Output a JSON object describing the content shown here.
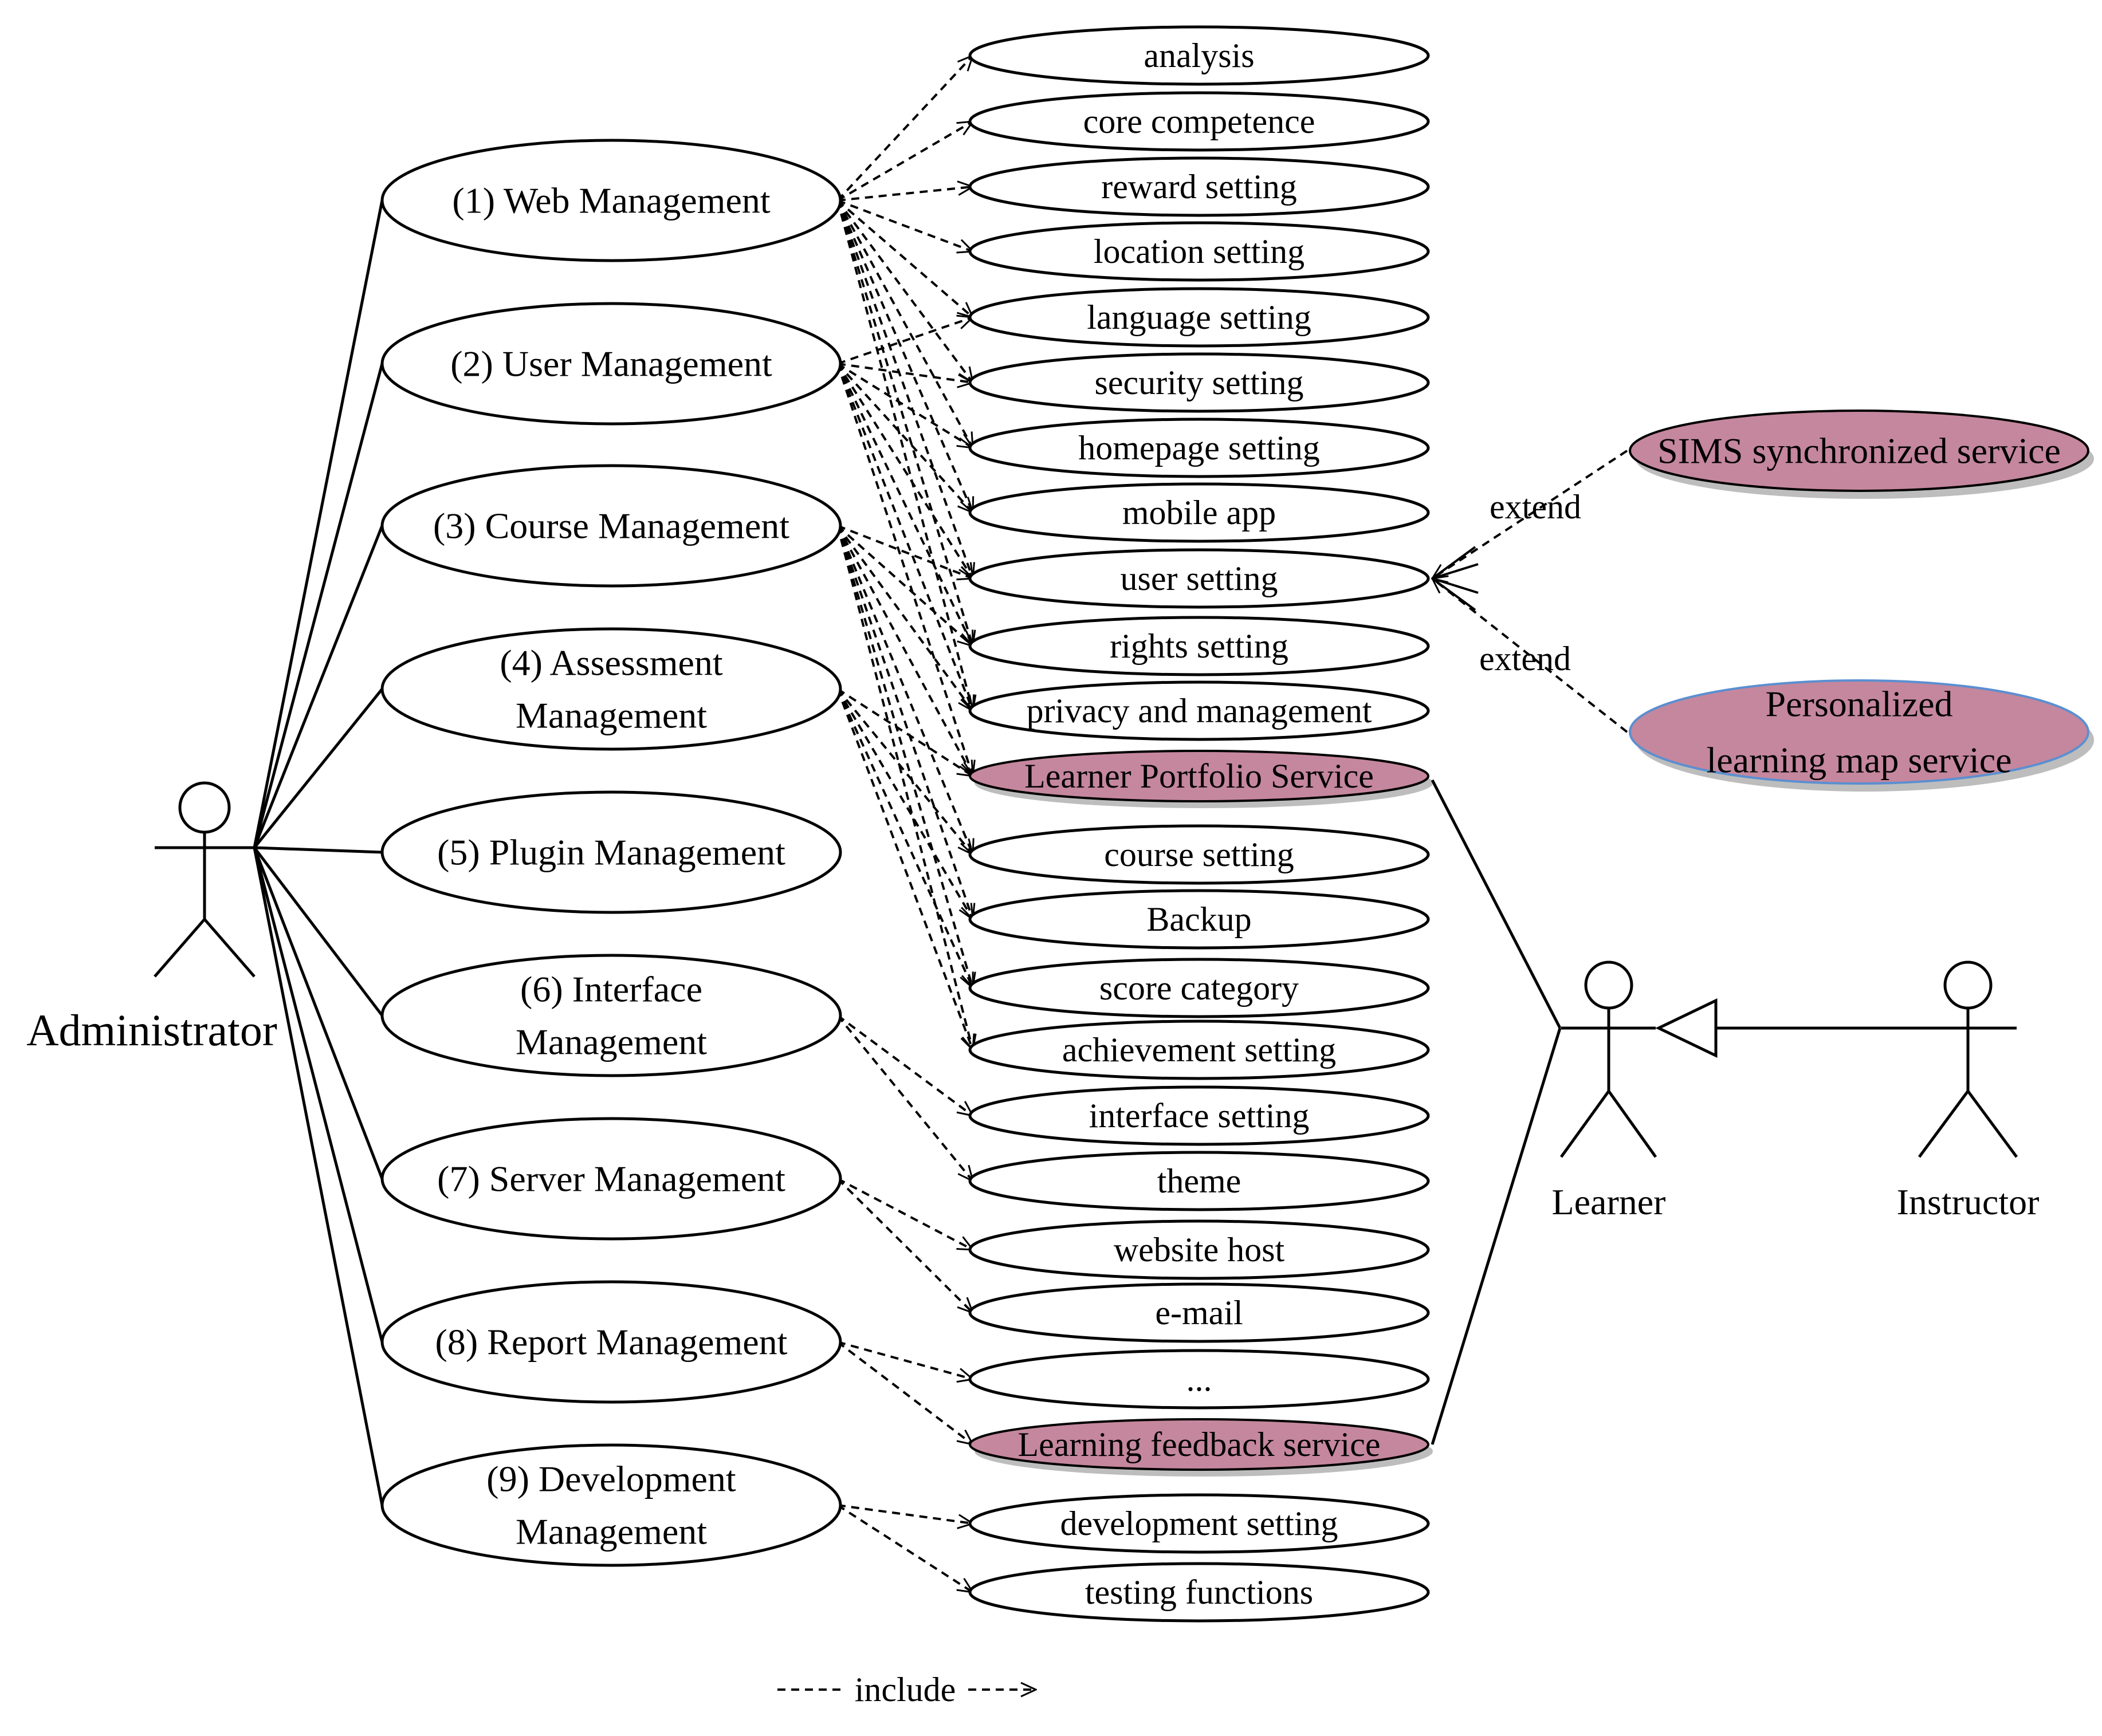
{
  "actors": {
    "administrator": "Administrator",
    "learner": "Learner",
    "instructor": "Instructor"
  },
  "management": [
    {
      "lines": [
        "(1) Web Management"
      ]
    },
    {
      "lines": [
        "(2) User Management"
      ]
    },
    {
      "lines": [
        "(3) Course Management"
      ]
    },
    {
      "lines": [
        "(4) Assessment",
        "Management"
      ]
    },
    {
      "lines": [
        "(5) Plugin Management"
      ]
    },
    {
      "lines": [
        "(6) Interface",
        "Management"
      ]
    },
    {
      "lines": [
        "(7) Server Management"
      ]
    },
    {
      "lines": [
        "(8) Report Management"
      ]
    },
    {
      "lines": [
        "(9) Development",
        "Management"
      ]
    }
  ],
  "use_cases": [
    {
      "label": "analysis",
      "highlight": false
    },
    {
      "label": "core competence",
      "highlight": false
    },
    {
      "label": "reward  setting",
      "highlight": false
    },
    {
      "label": "location setting",
      "highlight": false
    },
    {
      "label": "language setting",
      "highlight": false
    },
    {
      "label": "security setting",
      "highlight": false
    },
    {
      "label": "homepage setting",
      "highlight": false
    },
    {
      "label": "mobile app",
      "highlight": false
    },
    {
      "label": "user setting",
      "highlight": false
    },
    {
      "label": "rights setting",
      "highlight": false
    },
    {
      "label": "privacy and management",
      "highlight": false
    },
    {
      "label": "Learner Portfolio Service",
      "highlight": true
    },
    {
      "label": "course setting",
      "highlight": false
    },
    {
      "label": "Backup",
      "highlight": false
    },
    {
      "label": "score category",
      "highlight": false
    },
    {
      "label": "achievement setting",
      "highlight": false
    },
    {
      "label": "interface setting",
      "highlight": false
    },
    {
      "label": "theme",
      "highlight": false
    },
    {
      "label": "website host",
      "highlight": false
    },
    {
      "label": "e-mail",
      "highlight": false
    },
    {
      "label": "...",
      "highlight": false
    },
    {
      "label": "Learning feedback service",
      "highlight": true
    },
    {
      "label": "development setting",
      "highlight": false
    },
    {
      "label": "testing functions",
      "highlight": false
    }
  ],
  "extensions": [
    {
      "lines": [
        "SIMS synchronized service"
      ],
      "relation": "extend"
    },
    {
      "lines": [
        "Personalized",
        "learning map service"
      ],
      "relation": "extend"
    }
  ],
  "includes": [
    [
      0,
      1,
      2,
      3,
      4,
      5,
      6,
      7,
      8,
      9,
      10
    ],
    [
      4,
      5,
      6,
      7,
      8,
      9,
      10,
      11
    ],
    [
      8,
      9,
      10,
      11,
      12,
      13,
      14,
      15
    ],
    [
      11,
      12,
      13,
      14,
      15
    ],
    [],
    [
      16,
      17
    ],
    [
      18,
      19
    ],
    [
      20,
      21
    ],
    [
      22,
      23
    ]
  ],
  "legend": {
    "label": "include"
  },
  "colors": {
    "highlight_fill": "#c5879d",
    "shadow": "#bdbdbd",
    "extension_outline": "#5b8fd0"
  }
}
